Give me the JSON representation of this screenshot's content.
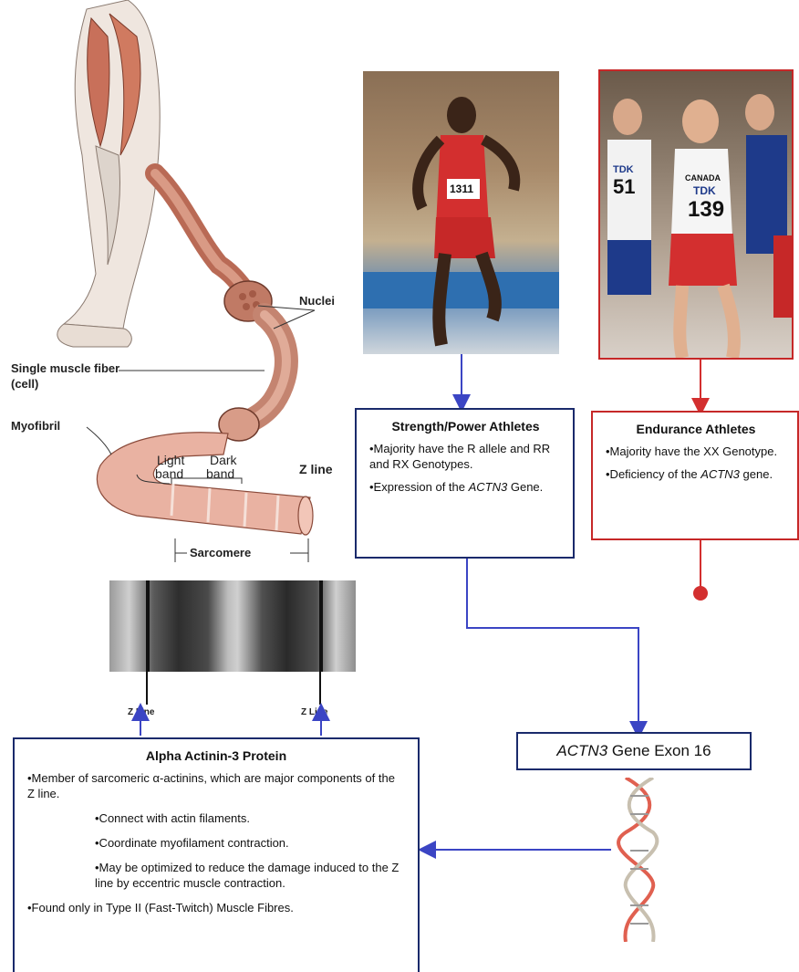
{
  "anatomy": {
    "nuclei": "Nuclei",
    "single_fiber": "Single muscle fiber",
    "single_fiber_cell": "(cell)",
    "myofibril": "Myofibril",
    "light_band": "Light",
    "light_band2": "band",
    "dark_band": "Dark",
    "dark_band2": "band",
    "z_line": "Z line",
    "sarcomere": "Sarcomere",
    "z_line_left": "Z Line",
    "z_line_right": "Z Line"
  },
  "photos": {
    "sprinter_bib": "1311",
    "runner_name": "CANADA",
    "runner_sponsor": "TDK",
    "runner_bib": "139",
    "left_runner_bib": "51",
    "left_runner_sponsor": "TDK"
  },
  "strength": {
    "title": "Strength/Power Athletes",
    "line1": "•Majority have the R allele and RR and RX Genotypes.",
    "line2_pre": "•Expression of the ",
    "line2_gene": "ACTN3",
    "line2_post": " Gene."
  },
  "endurance": {
    "title": "Endurance Athletes",
    "line1": "•Majority have the XX Genotype.",
    "line2_pre": "•Deficiency of the ",
    "line2_gene": "ACTN3",
    "line2_post": " gene."
  },
  "gene": {
    "gene_name": "ACTN3",
    "label_rest": " Gene Exon 16"
  },
  "protein": {
    "title": "Alpha Actinin-3 Protein",
    "item1": "•Member of sarcomeric α-actinins, which are major components of the Z line.",
    "item2": "•Connect with actin filaments.",
    "item3": "•Coordinate myofilament contraction.",
    "item4": "•May be optimized to reduce the damage induced to the Z line by eccentric muscle contraction.",
    "item5": "•Found only in Type II (Fast-Twitch) Muscle Fibres."
  },
  "colors": {
    "blue_connector": "#3b45c4",
    "red_connector": "#d32f2f",
    "box_border_blue": "#1a2a6b",
    "box_border_red": "#c62828",
    "muscle": "#c9826a"
  }
}
